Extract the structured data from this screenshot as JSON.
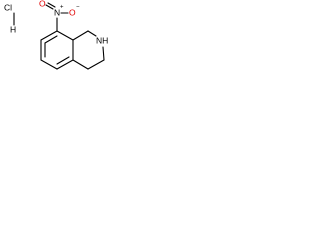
{
  "molecule": {
    "salt": {
      "chlorine": "Cl",
      "hydrogen": "H"
    },
    "nitro_group": {
      "nitrogen": "N",
      "charge_plus": "+",
      "oxygen_single": "O",
      "charge_minus": "−",
      "oxygen_double": "O"
    },
    "ring_amine": {
      "label": "NH"
    }
  },
  "colors": {
    "bond": "#000000",
    "heteroatom_oxygen": "#e00000",
    "heteroatom_nitrogen": "#000000"
  }
}
